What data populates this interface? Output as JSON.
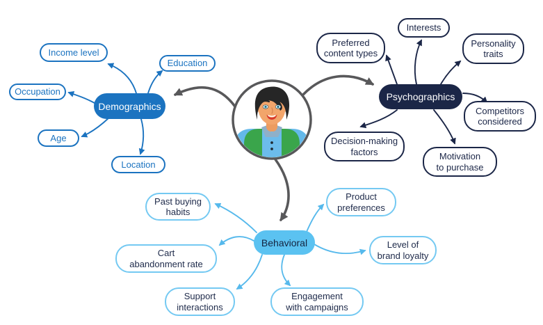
{
  "diagram": {
    "type": "mind-map",
    "center": {
      "icon": "person-avatar"
    },
    "colors": {
      "demographics": "#1b73c0",
      "psychographics": "#1b2647",
      "behavioral_fill": "#5bc2f1",
      "behavioral_border": "#74c9f2",
      "connector_gray": "#58585a",
      "background": "#ffffff"
    },
    "branches": [
      {
        "label": "Demographics",
        "children": [
          "Income level",
          "Education",
          "Occupation",
          "Age",
          "Location"
        ]
      },
      {
        "label": "Psychographics",
        "children": [
          "Preferred\ncontent types",
          "Interests",
          "Personality\ntraits",
          "Competitors\nconsidered",
          "Motivation\nto purchase",
          "Decision-making\nfactors"
        ]
      },
      {
        "label": "Behavioral",
        "children": [
          "Past buying\nhabits",
          "Cart\nabandonment rate",
          "Support\ninteractions",
          "Engagement\nwith campaigns",
          "Product\npreferences",
          "Level of\nbrand loyalty"
        ]
      }
    ]
  }
}
